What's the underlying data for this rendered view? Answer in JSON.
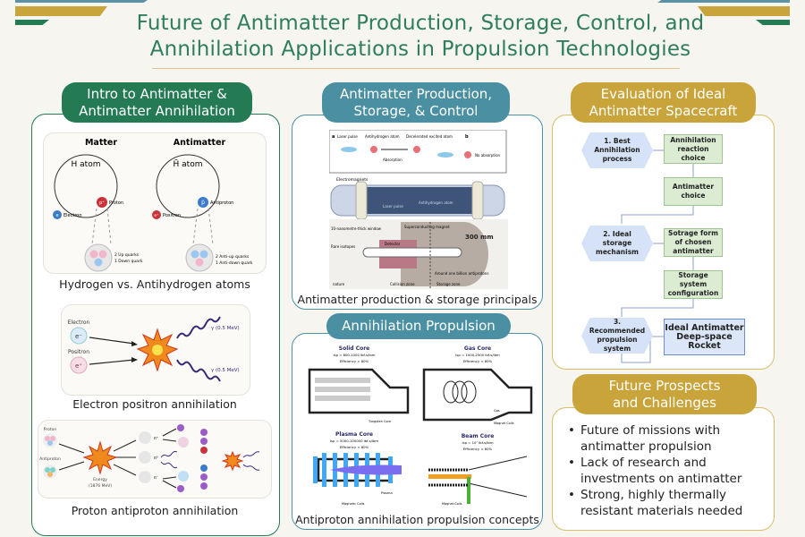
{
  "title": {
    "line1": "Future of Antimatter Production, Storage, Control, and",
    "line2": "Annihilation Applications in Propulsion Technologies"
  },
  "colors": {
    "green": "#237a53",
    "teal": "#4a90a2",
    "gold": "#c9a43a",
    "title": "#2e7d5b"
  },
  "intro": {
    "header_line1": "Intro to Antimatter &",
    "header_line2": "Antimatter Annihilation",
    "hydrogen": {
      "matter_label": "Matter",
      "antimatter_label": "Antimatter",
      "h_atom": "H atom",
      "hbar_atom": "H̄ atom",
      "proton": "Proton",
      "proton_symbol": "p⁺",
      "electron": "Electron",
      "electron_symbol": "e",
      "antiproton": "Antiproton",
      "antiproton_symbol": "p̄",
      "positron": "Positron",
      "positron_symbol": "e⁺",
      "quarks_matter_1": "2 Up quarks",
      "quarks_matter_2": "1 Down quark",
      "quarks_anti_1": "2 Anti-up quarks",
      "quarks_anti_2": "1 Anti-down quark",
      "caption": "Hydrogen vs. Antihydrogen atoms"
    },
    "electron_positron": {
      "electron": "Electron",
      "electron_symbol": "e⁻",
      "positron": "Positron",
      "positron_symbol": "e⁺",
      "gamma1": "γ (0.5 MeV)",
      "gamma2": "γ (0.5 MeV)",
      "caption": "Electron positron annihilation"
    },
    "proton_antiproton": {
      "proton": "Proton",
      "antiproton": "Antiproton",
      "energy": "Energy",
      "energy_value": "(1876 MeV)",
      "pi_plus": "π⁺",
      "pi_zero": "π⁰",
      "pi_minus": "π⁻",
      "caption": "Proton antiproton annihilation"
    }
  },
  "production": {
    "header_line1": "Antimatter Production,",
    "header_line2": "Storage, & Control",
    "labels": {
      "a": "a",
      "b": "b",
      "laser_pulse": "Laser pulse",
      "antihydrogen_atom": "Antihydrogen atom",
      "decelerated": "Decelerated excited atom",
      "absorption": "Absorption",
      "no_absorption": "No absorption",
      "electromagnets": "Electromagnets",
      "laser_pulse2": "Laser pulse",
      "antihydrogen_atom2": "Antihydrogen atom",
      "window": "10-nanometre-thick window",
      "superconducting": "Superconducting magnet",
      "detector": "Detector",
      "rare_isotopes": "Rare isotopes",
      "around": "Around one billion antiprotons",
      "collision_zone": "Collision zone",
      "storage_zone": "Storage zone",
      "scale": "300 mm",
      "credit": "nature"
    },
    "caption": "Antimatter production & storage principals"
  },
  "propulsion": {
    "header": "Annihilation Propulsion",
    "concepts": [
      {
        "name": "Solid Core",
        "isp": "Isp = 800-1000 lbf-s/lbm",
        "eff": "Efficiency > 80%",
        "part": "Tungsten Core"
      },
      {
        "name": "Gas Core",
        "isp": "Isp = 1000-2500 lbf-s/lbm",
        "eff": "Efficiency < 60%",
        "part": "Gas",
        "part2": "Magnet Coils"
      },
      {
        "name": "Plasma Core",
        "isp": "Isp = 5000-100000 lbf-s/lbm",
        "eff": "Efficiency < 60%",
        "part": "Plasma",
        "part2": "Magnetic Coils"
      },
      {
        "name": "Beam Core",
        "isp": "Isp = 10⁷ lbf-s/lbm",
        "eff": "Efficiency < 60%",
        "part": "Magnet Coils"
      }
    ],
    "caption": "Antiproton annihilation propulsion concepts"
  },
  "evaluation": {
    "header_line1": "Evaluation of Ideal",
    "header_line2": "Antimatter Spacecraft",
    "steps": [
      {
        "hex": "1. Best Annihilation process",
        "boxes": [
          "Annihilation reaction choice",
          "Antimatter choice"
        ]
      },
      {
        "hex": "2. Ideal storage mechanism",
        "boxes": [
          "Sotrage form of chosen antimatter",
          "Storage system configuration"
        ]
      },
      {
        "hex": "3. Recommended propulsion system",
        "boxes": [
          "Ideal Antimatter Deep-space Rocket"
        ]
      }
    ]
  },
  "future": {
    "header_line1": "Future Prospects",
    "header_line2": "and Challenges",
    "bullets": [
      "Future of missions with antimatter propulsion",
      "Lack of research and investments on antimatter",
      "Strong, highly thermally resistant materials needed"
    ]
  }
}
